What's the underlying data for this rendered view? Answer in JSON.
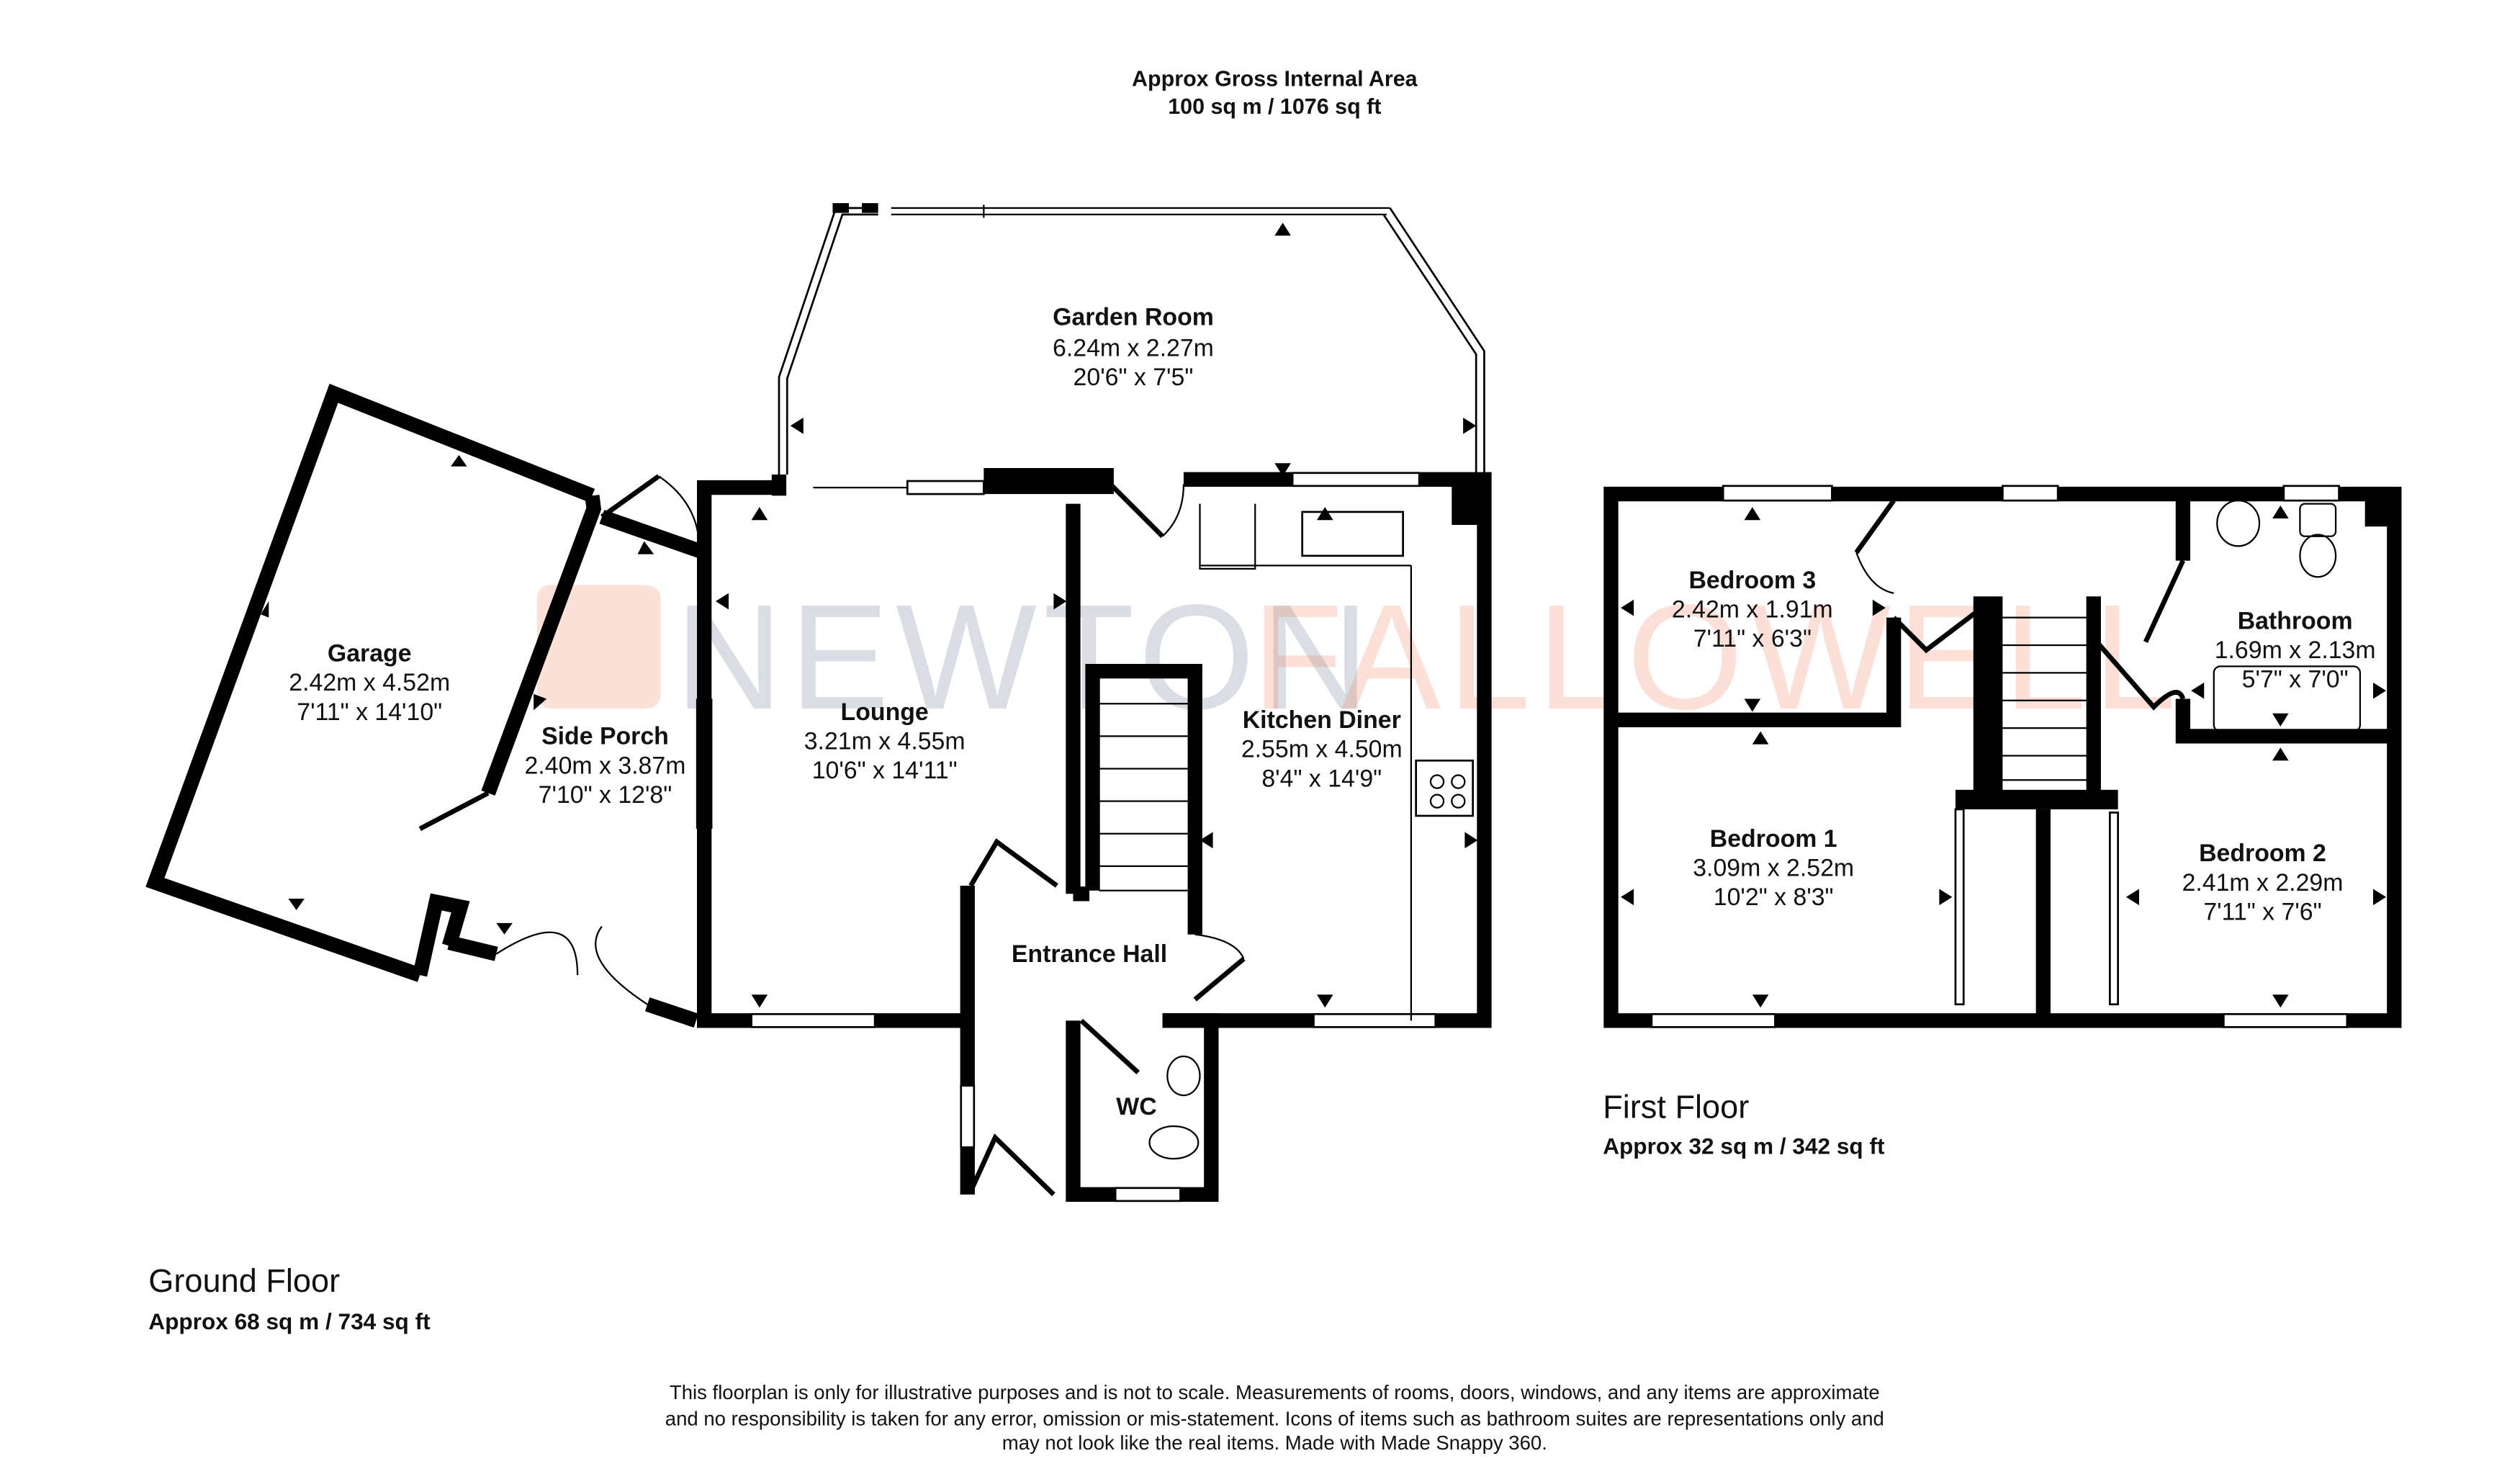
{
  "header": {
    "line1": "Approx Gross Internal Area",
    "line2": "100 sq m / 1076 sq ft"
  },
  "watermark": {
    "part1": "NEWTON",
    "part2": "FALLOWELL",
    "colors": {
      "navy": "#1f3b5c",
      "orange": "#f26a3d"
    }
  },
  "ground_floor": {
    "title": "Ground Floor",
    "area": "Approx 68 sq m / 734 sq ft",
    "rooms": [
      {
        "name": "Garden Room",
        "metric": "6.24m x 2.27m",
        "imperial": "20'6\" x 7'5\""
      },
      {
        "name": "Garage",
        "metric": "2.42m x 4.52m",
        "imperial": "7'11\" x 14'10\""
      },
      {
        "name": "Side Porch",
        "metric": "2.40m x 3.87m",
        "imperial": "7'10\" x 12'8\""
      },
      {
        "name": "Lounge",
        "metric": "3.21m x 4.55m",
        "imperial": "10'6\" x 14'11\""
      },
      {
        "name": "Kitchen Diner",
        "metric": "2.55m x 4.50m",
        "imperial": "8'4\" x 14'9\""
      },
      {
        "name": "Entrance Hall"
      },
      {
        "name": "WC"
      }
    ]
  },
  "first_floor": {
    "title": "First Floor",
    "area": "Approx 32 sq m / 342 sq ft",
    "rooms": [
      {
        "name": "Bedroom 3",
        "metric": "2.42m x 1.91m",
        "imperial": "7'11\" x 6'3\""
      },
      {
        "name": "Bathroom",
        "metric": "1.69m x 2.13m",
        "imperial": "5'7\" x 7'0\""
      },
      {
        "name": "Bedroom 1",
        "metric": "3.09m x 2.52m",
        "imperial": "10'2\" x 8'3\""
      },
      {
        "name": "Bedroom 2",
        "metric": "2.41m x 2.29m",
        "imperial": "7'11\" x 7'6\""
      }
    ]
  },
  "disclaimer": {
    "line1": "This floorplan is only for illustrative purposes and is not to scale. Measurements of rooms, doors, windows, and any items are approximate",
    "line2": "and no responsibility is taken for any error, omission or mis-statement. Icons of items such as bathroom suites are representations only and",
    "line3": "may not look like the real items. Made with Made Snappy 360."
  }
}
